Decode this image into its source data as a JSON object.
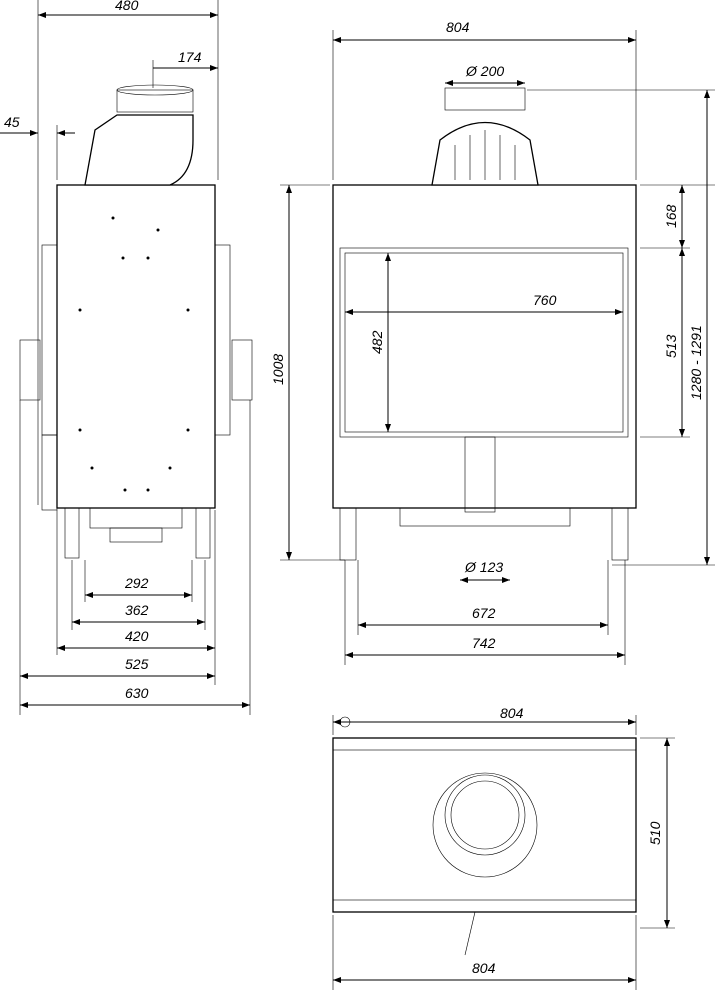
{
  "side_view": {
    "width_top": "480",
    "flue_offset": "174",
    "rear_offset": "45",
    "widths": [
      "292",
      "362",
      "420",
      "525",
      "630"
    ]
  },
  "front_view": {
    "width": "804",
    "flue_diameter": "Ø 200",
    "top_height": "168",
    "glass_width": "760",
    "glass_height": "482",
    "door_height": "513",
    "total_height_range": "1280 - 1291",
    "body_height": "1008",
    "air_inlet_diameter": "Ø 123",
    "leg_spacing_inner": "672",
    "leg_spacing_outer": "742"
  },
  "top_view": {
    "width_top": "804",
    "depth": "510",
    "width_bottom": "804"
  }
}
